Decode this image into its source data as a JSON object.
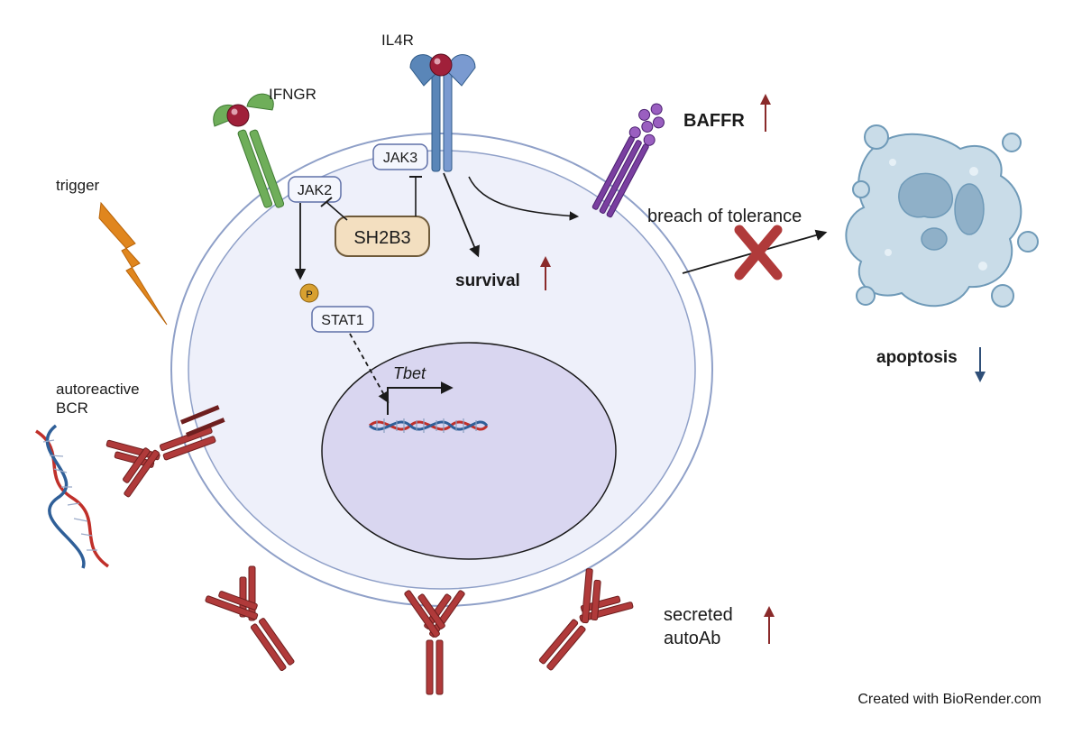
{
  "labels": {
    "trigger": "trigger",
    "ifngr": "IFNGR",
    "il4r": "IL4R",
    "jak2": "JAK2",
    "jak3": "JAK3",
    "sh2b3": "SH2B3",
    "phospho": "P",
    "stat1": "STAT1",
    "tbet": "Tbet",
    "survival": "survival",
    "baffr": "BAFFR",
    "breach": "breach of tolerance",
    "apoptosis": "apoptosis",
    "autoreactive_line1": "autoreactive",
    "autoreactive_line2": "BCR",
    "secreted_line1": "secreted",
    "secreted_line2": "autoAb",
    "credit": "Created with BioRender.com"
  },
  "colors": {
    "up_arrow": "#8a2a2a",
    "down_arrow": "#2f4f78",
    "antibody": "#b03a3a",
    "ifngr": "#6fae5a",
    "il4r": "#5a86b8",
    "ligand": "#a0203a",
    "baffr": "#7a3fa0",
    "trigger": "#e0861e",
    "cross": "#b03a3a",
    "sh2b3_fill": "#f3dfc0",
    "cell_fill": "#eef0fa",
    "nucleus_fill": "#d9d6f0",
    "apoptotic_fill": "#c9dce8"
  }
}
